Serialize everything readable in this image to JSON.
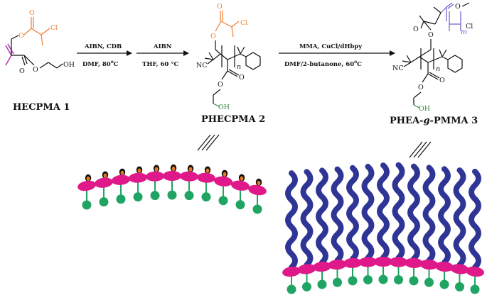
{
  "labels": {
    "compound1": "HECPMA 1",
    "compound2": "PHECPMA 2",
    "compound3_a": "PHEA-",
    "compound3_g": "g",
    "compound3_b": "-PMMA 3"
  },
  "conditions": {
    "step1_top": "AIBN, CDB",
    "step1_bottom": "DMF, 80",
    "step1_deg": "o",
    "step1_unit": "C",
    "step2_top": "AIBN",
    "step2_bottom": "THF, 60 °C",
    "step3_top": "MMA, CuCl/dHbpy",
    "step3_bottom": "DMF/2-butanone, 60",
    "step3_deg": "o",
    "step3_unit": "C"
  },
  "atoms": {
    "cl": "Cl",
    "oh": "OH",
    "o": "O",
    "nc": "NC",
    "n": "n",
    "m": "m"
  },
  "colors": {
    "ester_side": "#ef7d2e",
    "hydroxyl": "#2e8b3a",
    "pmma": "#6a5acd",
    "backbone": "#e0198a",
    "pendant_bead": "#1fa463",
    "brush_chain": "#2e3595",
    "initiator_drop": "#e87722"
  },
  "cartoon": {
    "linear_backbone_units": 11,
    "brush_chains": 13
  }
}
